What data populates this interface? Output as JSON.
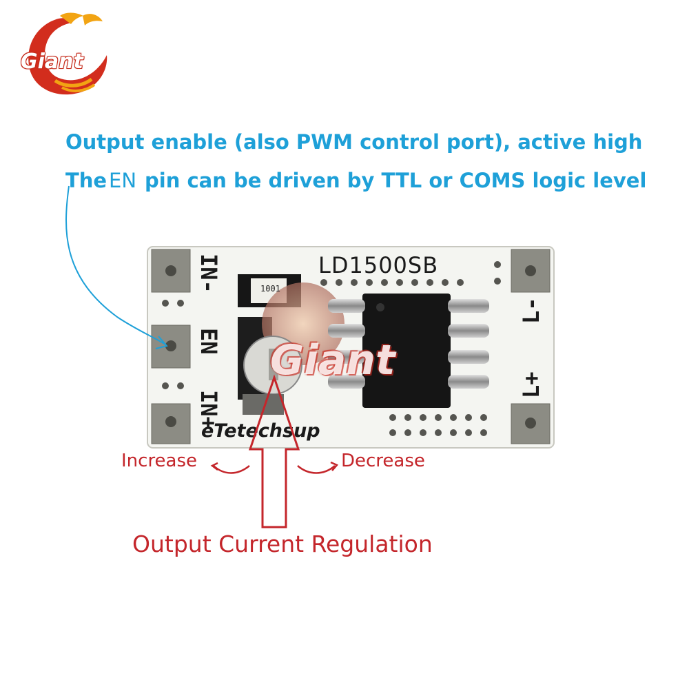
{
  "logo": {
    "text": "Giant"
  },
  "headline": {
    "line1": "Output enable (also PWM control port), active high",
    "line2_start": "The ",
    "line2_pin": "EN",
    "line2_end": "pin can be driven by TTL or COMS logic level"
  },
  "board": {
    "model": "LD1500SB",
    "brand": "eTetechsup",
    "resistor_code": "1001",
    "watermark": "Giant",
    "pins_left": [
      "IN-",
      "EN",
      "IN+"
    ],
    "pins_right": [
      "L-",
      "L+"
    ]
  },
  "annotations": {
    "increase": "Increase",
    "decrease": "Decrease",
    "regulation": "Output Current Regulation"
  },
  "colors": {
    "headline": "#1ea0d8",
    "annotation": "#c4262b",
    "board": "#f4f5f1",
    "chip": "#151515"
  }
}
